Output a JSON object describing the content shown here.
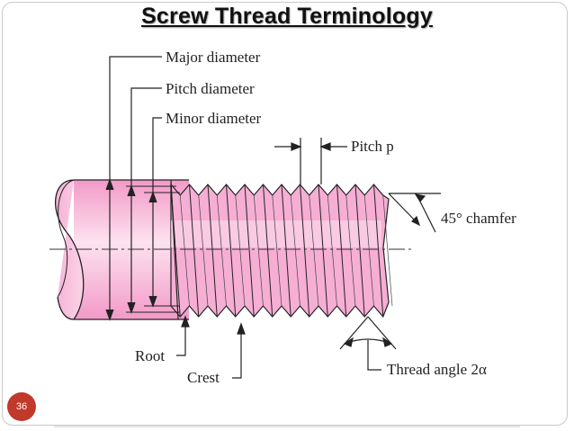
{
  "slide": {
    "title": "Screw Thread Terminology",
    "page_number": "36"
  },
  "labels": {
    "major_diameter": "Major diameter",
    "pitch_diameter": "Pitch diameter",
    "minor_diameter": "Minor diameter",
    "pitch": "Pitch p",
    "chamfer": "45° chamfer",
    "root": "Root",
    "crest": "Crest",
    "thread_angle": "Thread angle 2α"
  },
  "colors": {
    "body_fill": "#f7b8d9",
    "body_light": "#fde2ef",
    "badge": "#c0392b",
    "line": "#222222"
  }
}
